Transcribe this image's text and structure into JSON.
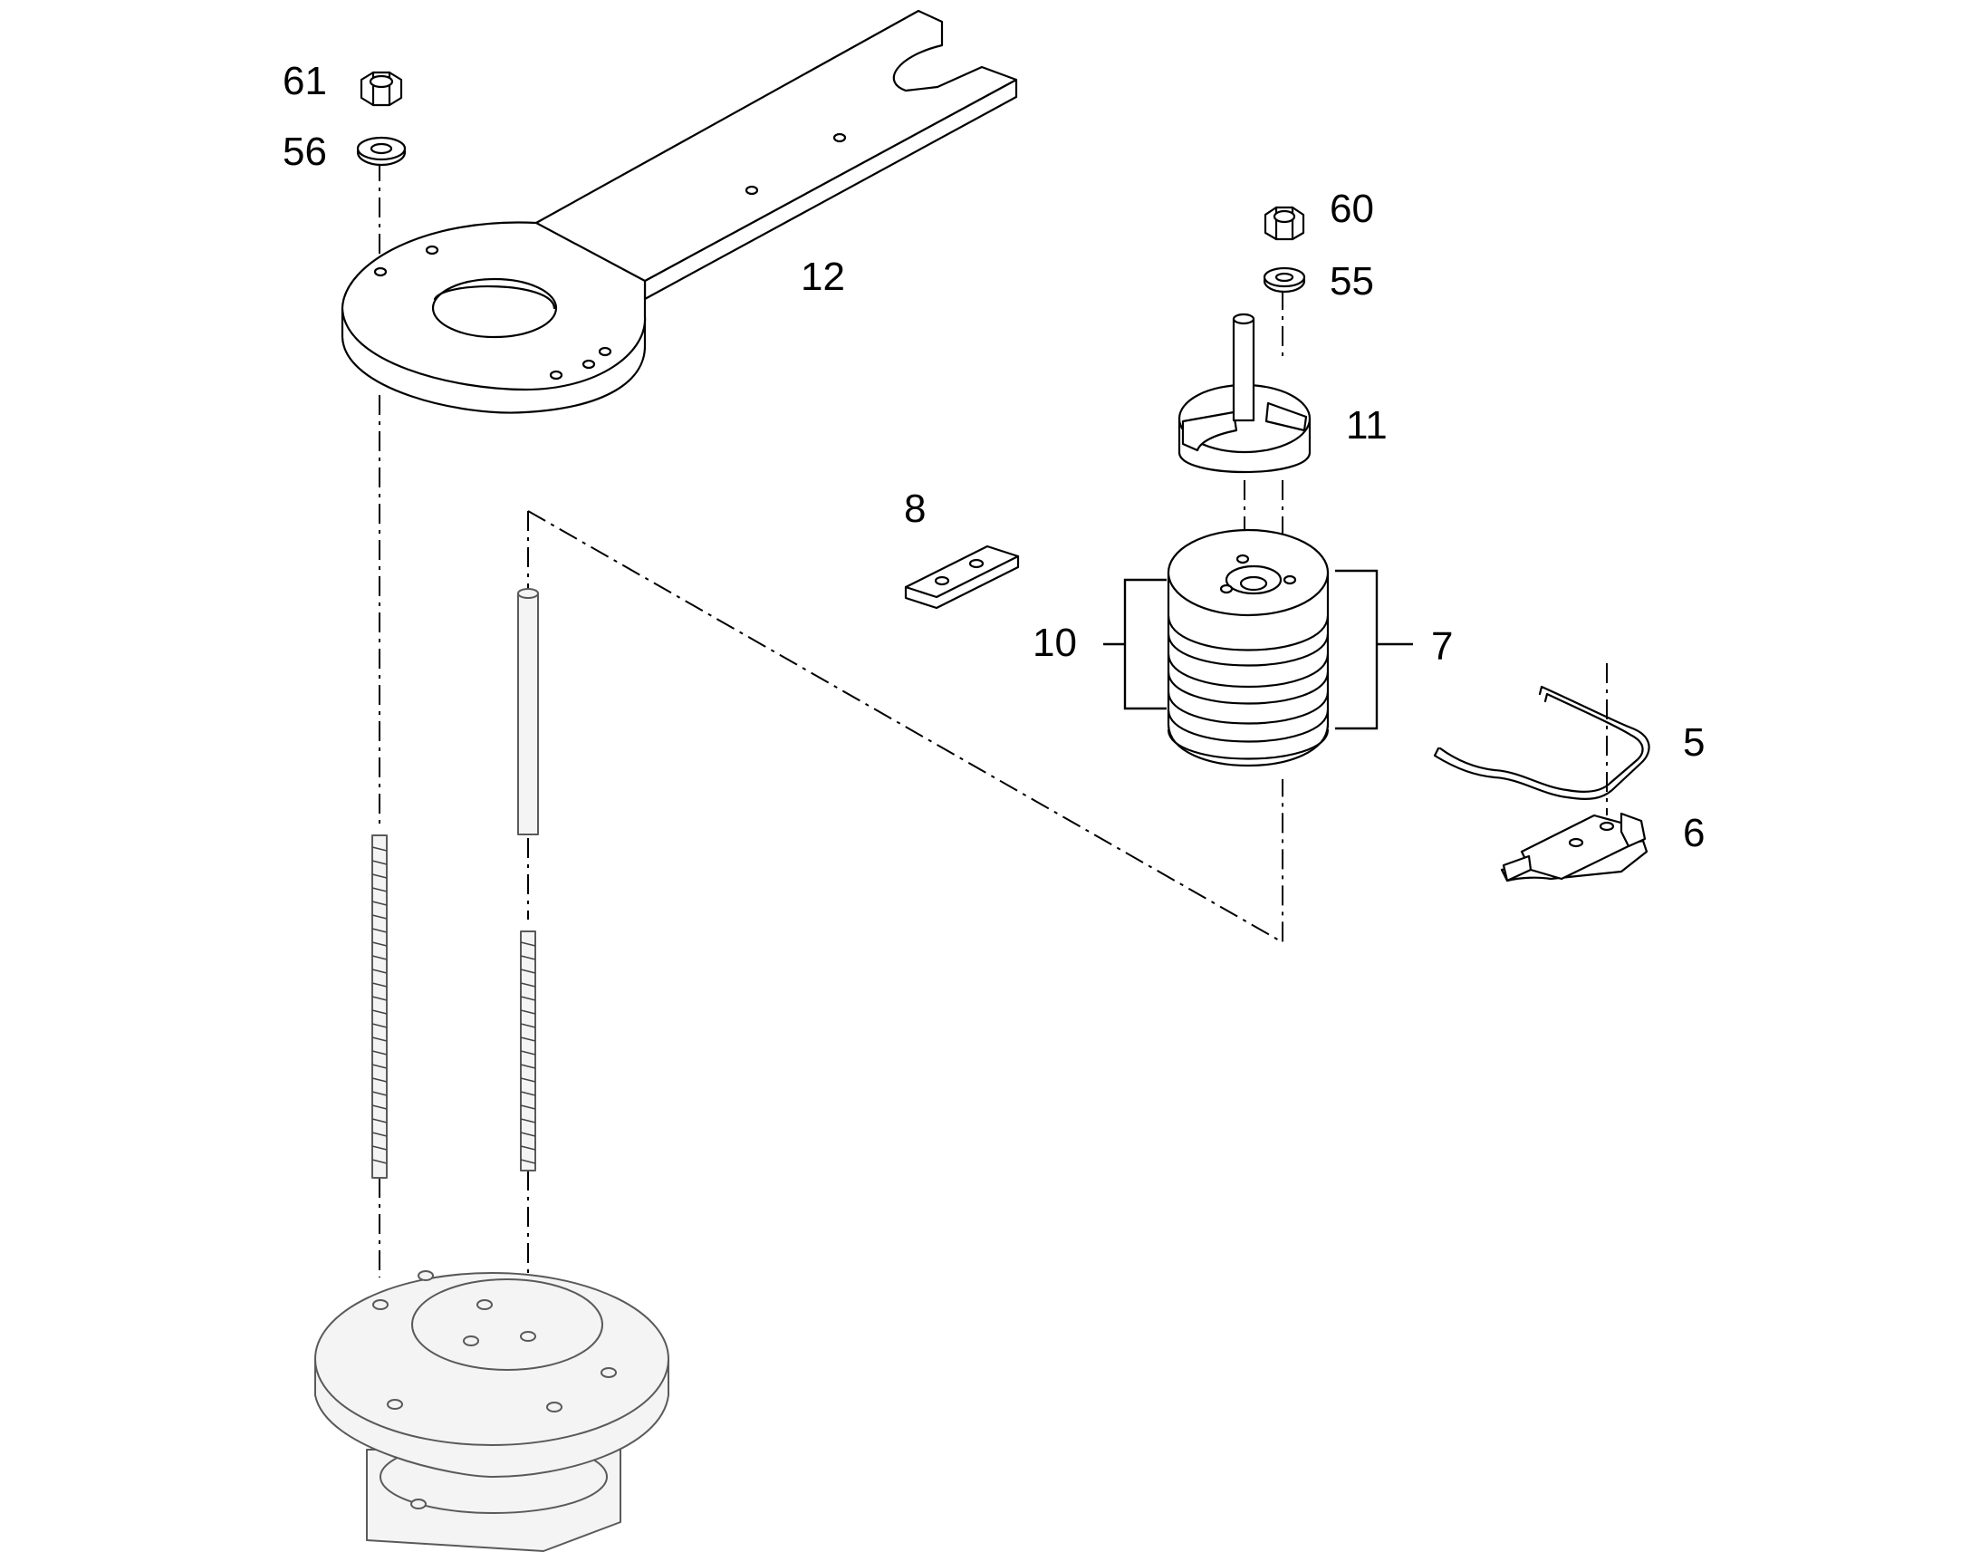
{
  "diagram": {
    "callouts": {
      "c61": "61",
      "c56": "56",
      "c12": "12",
      "c60": "60",
      "c55": "55",
      "c11": "11",
      "c8": "8",
      "c10": "10",
      "c7": "7",
      "c5": "5",
      "c6": "6"
    },
    "colors": {
      "lines": "#000000",
      "background": "#ffffff",
      "faded_parts": "#5a5a5a"
    }
  }
}
